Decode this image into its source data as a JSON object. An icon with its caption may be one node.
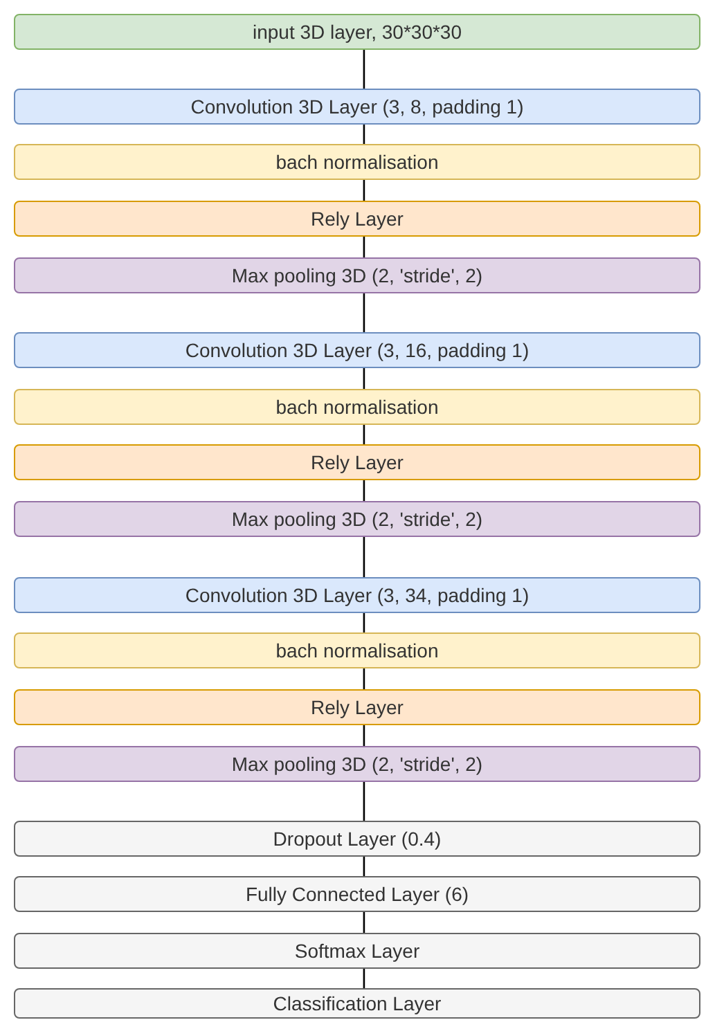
{
  "diagram": {
    "nodes": [
      {
        "text": [
          "input 3D layer, 30*30*30"
        ]
      },
      {
        "text": [
          "Convolution 3D Layer (3, 8, padding 1)"
        ]
      },
      {
        "text": [
          "bach normalisation"
        ]
      },
      {
        "text": [
          "Rely Layer"
        ]
      },
      {
        "text": [
          "Max pooling 3D (2, 'stride', 2)"
        ]
      },
      {
        "text": [
          "Convolution 3D Layer (3, 16, padding 1)"
        ]
      },
      {
        "text": [
          "bach normalisation"
        ]
      },
      {
        "text": [
          "Rely Layer"
        ]
      },
      {
        "text": [
          "Max pooling 3D (2, 'stride', 2)"
        ]
      },
      {
        "text": [
          "Convolution 3D Layer (3, 34, padding 1)"
        ]
      },
      {
        "text": [
          "bach normalisation"
        ]
      },
      {
        "text": [
          "Rely Layer"
        ]
      },
      {
        "text": [
          "Max pooling 3D (2, 'stride', 2)"
        ]
      },
      {
        "text": [
          "Dropout Layer (0.4)"
        ]
      },
      {
        "text": [
          "Fully Connected Layer (6)"
        ]
      },
      {
        "text": [
          "Softmax Layer"
        ]
      },
      {
        "text": [
          "Classification Layer"
        ]
      }
    ],
    "edges": [
      {
        "from": 0,
        "to": 1,
        "arrow": "none"
      },
      {
        "from": 1,
        "to": 2,
        "arrow": "none"
      },
      {
        "from": 2,
        "to": 3,
        "arrow": "none"
      },
      {
        "from": 3,
        "to": 4,
        "arrow": "none"
      },
      {
        "from": 4,
        "to": 5,
        "arrow": "none"
      },
      {
        "from": 5,
        "to": 6,
        "arrow": "none"
      },
      {
        "from": 6,
        "to": 7,
        "arrow": "none"
      },
      {
        "from": 7,
        "to": 8,
        "arrow": "none"
      },
      {
        "from": 8,
        "to": 9,
        "arrow": "none"
      },
      {
        "from": 9,
        "to": 10,
        "arrow": "none"
      },
      {
        "from": 10,
        "to": 11,
        "arrow": "none"
      },
      {
        "from": 11,
        "to": 12,
        "arrow": "none"
      },
      {
        "from": 12,
        "to": 13,
        "arrow": "none"
      },
      {
        "from": 13,
        "to": 14,
        "arrow": "none"
      },
      {
        "from": 14,
        "to": 15,
        "arrow": "none"
      },
      {
        "from": 15,
        "to": 16,
        "arrow": "none"
      }
    ]
  }
}
